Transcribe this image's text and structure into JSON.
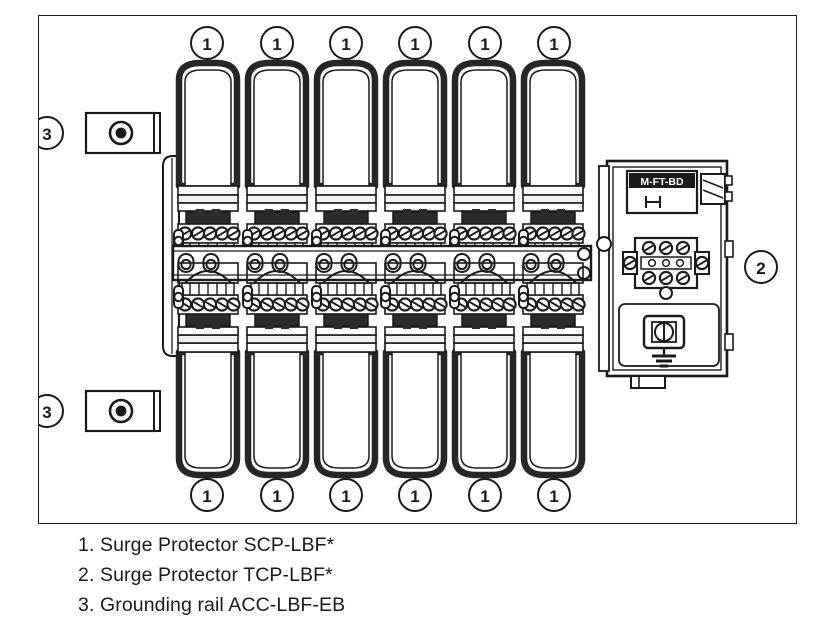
{
  "figure": {
    "type": "technical-line-drawing",
    "subject": "Surge protector assembly with grounding rail",
    "background_color": "#ffffff",
    "line_color": "#1a1a1a",
    "fill_light": "#f2f2f2",
    "fill_dark": "#2b2b2b"
  },
  "callouts": {
    "top_row": [
      "1",
      "1",
      "1",
      "1",
      "1",
      "1"
    ],
    "bottom_row": [
      "1",
      "1",
      "1",
      "1",
      "1",
      "1"
    ],
    "right_module": "2",
    "left_brackets": [
      "3",
      "3"
    ]
  },
  "modules": {
    "top_label": "1",
    "bottom_label": "1",
    "side_label": "2",
    "bracket_label": "3",
    "top_count": 6,
    "bottom_count": 6,
    "terminal_screws_per_module": 5
  },
  "side_module": {
    "name_plate_text": "M-FT-BD",
    "terminal_block_screws_top": 3,
    "terminal_block_screws_bottom": 3,
    "terminal_block_holes": 3,
    "ground_symbol": "earth-ground"
  },
  "legend": {
    "items": [
      {
        "number": "1.",
        "text": "Surge Protector SCP-LBF*",
        "full": "1. Surge Protector SCP-LBF*"
      },
      {
        "number": "2.",
        "text": "Surge Protector TCP-LBF*",
        "full": "2. Surge Protector TCP-LBF*"
      },
      {
        "number": "3.",
        "text": "Grounding rail ACC-LBF-EB",
        "full": "3. Grounding rail ACC-LBF-EB"
      }
    ]
  }
}
